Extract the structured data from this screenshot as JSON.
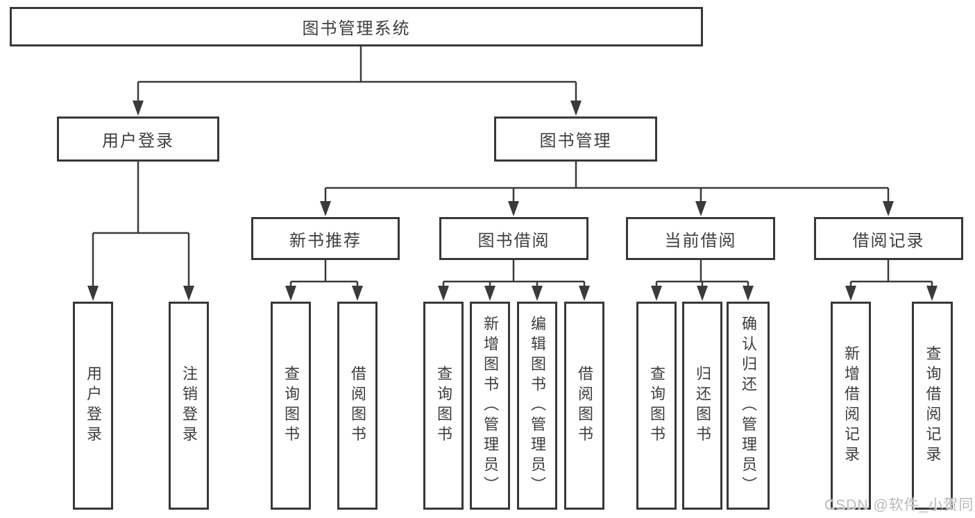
{
  "diagram": {
    "root": {
      "label": "图书管理系统"
    },
    "branches": [
      {
        "label": "用户登录",
        "children": [
          {
            "label": "用户登录"
          },
          {
            "label": "注销登录"
          }
        ]
      },
      {
        "label": "图书管理",
        "children": [
          {
            "label": "新书推荐",
            "children": [
              {
                "label": "查询图书"
              },
              {
                "label": "借阅图书"
              }
            ]
          },
          {
            "label": "图书借阅",
            "children": [
              {
                "label": "查询图书"
              },
              {
                "label": "新增图书（管理员）"
              },
              {
                "label": "编辑图书（管理员）"
              },
              {
                "label": "借阅图书"
              }
            ]
          },
          {
            "label": "当前借阅",
            "children": [
              {
                "label": "查询图书"
              },
              {
                "label": "归还图书"
              },
              {
                "label": "确认归还（管理员）"
              }
            ]
          },
          {
            "label": "借阅记录",
            "children": [
              {
                "label": "新增借阅记录"
              },
              {
                "label": "查询借阅记录"
              }
            ]
          }
        ]
      }
    ]
  },
  "watermark": {
    "text": "CSDN @软件_小贺同学"
  },
  "colors": {
    "line": "#3a3a3a",
    "box_border": "#383838",
    "text": "#3d3d3d",
    "watermark": "#b9b9b9",
    "background": "#ffffff"
  }
}
